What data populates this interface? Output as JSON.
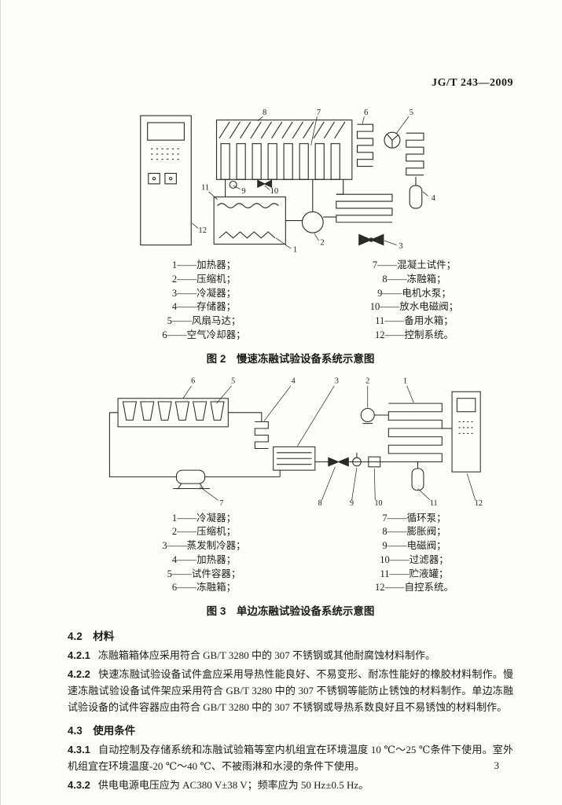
{
  "header": {
    "doc_number": "JG/T 243—2009"
  },
  "figure2": {
    "caption": "图 2　慢速冻融试验设备系统示意图",
    "callouts": [
      "1",
      "2",
      "3",
      "4",
      "5",
      "6",
      "7",
      "8",
      "9",
      "10",
      "11",
      "12"
    ],
    "legend_left": [
      "1——加热器；",
      "2——压缩机；",
      "3——冷凝器；",
      "4——存储器；",
      "5——风扇马达；",
      "6——空气冷却器；"
    ],
    "legend_right": [
      "7——混凝土试件；",
      "8——冻融箱；",
      "9——电机水泵；",
      "10——放水电磁阀；",
      "11——备用水箱；",
      "12——控制系统。"
    ]
  },
  "figure3": {
    "caption": "图 3　单边冻融试验设备系统示意图",
    "callouts": [
      "1",
      "2",
      "3",
      "4",
      "5",
      "6",
      "7",
      "8",
      "9",
      "10",
      "11",
      "12"
    ],
    "legend_left": [
      "1——冷凝器；",
      "2——压缩机；",
      "3——蒸发制冷器；",
      "4——加热器；",
      "5——试件容器；",
      "6——冻融箱；"
    ],
    "legend_right": [
      "7——循环泵；",
      "8——膨胀阀；",
      "9——电磁阀；",
      "10——过滤器；",
      "11——贮液罐；",
      "12——自控系统。"
    ]
  },
  "sections": {
    "s42": {
      "heading": "4.2　材料"
    },
    "s421": {
      "num": "4.2.1",
      "text": "冻融箱箱体应采用符合 GB/T 3280 中的 307 不锈钢或其他耐腐蚀材料制作。"
    },
    "s422": {
      "num": "4.2.2",
      "text": "快速冻融试验设备试件盒应采用导热性能良好、不易变形、耐冻性能好的橡胶材料制作。慢速冻融试验设备试件架应采用符合 GB/T 3280 中的 307 不锈钢等能防止锈蚀的材料制作。单边冻融试验设备的试件容器应由符合 GB/T 3280 中的 307 不锈钢或导热系数良好且不易锈蚀的材料制作。"
    },
    "s43": {
      "heading": "4.3　使用条件"
    },
    "s431": {
      "num": "4.3.1",
      "text": "自动控制及存储系统和冻融试验箱等室内机组宜在环境温度 10 ℃～25 ℃条件下使用。室外机组宜在环境温度-20 ℃～40 ℃、不被雨淋和水浸的条件下使用。"
    },
    "s432": {
      "num": "4.3.2",
      "text": "供电电源电压应为 AC380 V±38 V；频率应为 50 Hz±0.5 Hz。"
    }
  },
  "page_number": "3"
}
